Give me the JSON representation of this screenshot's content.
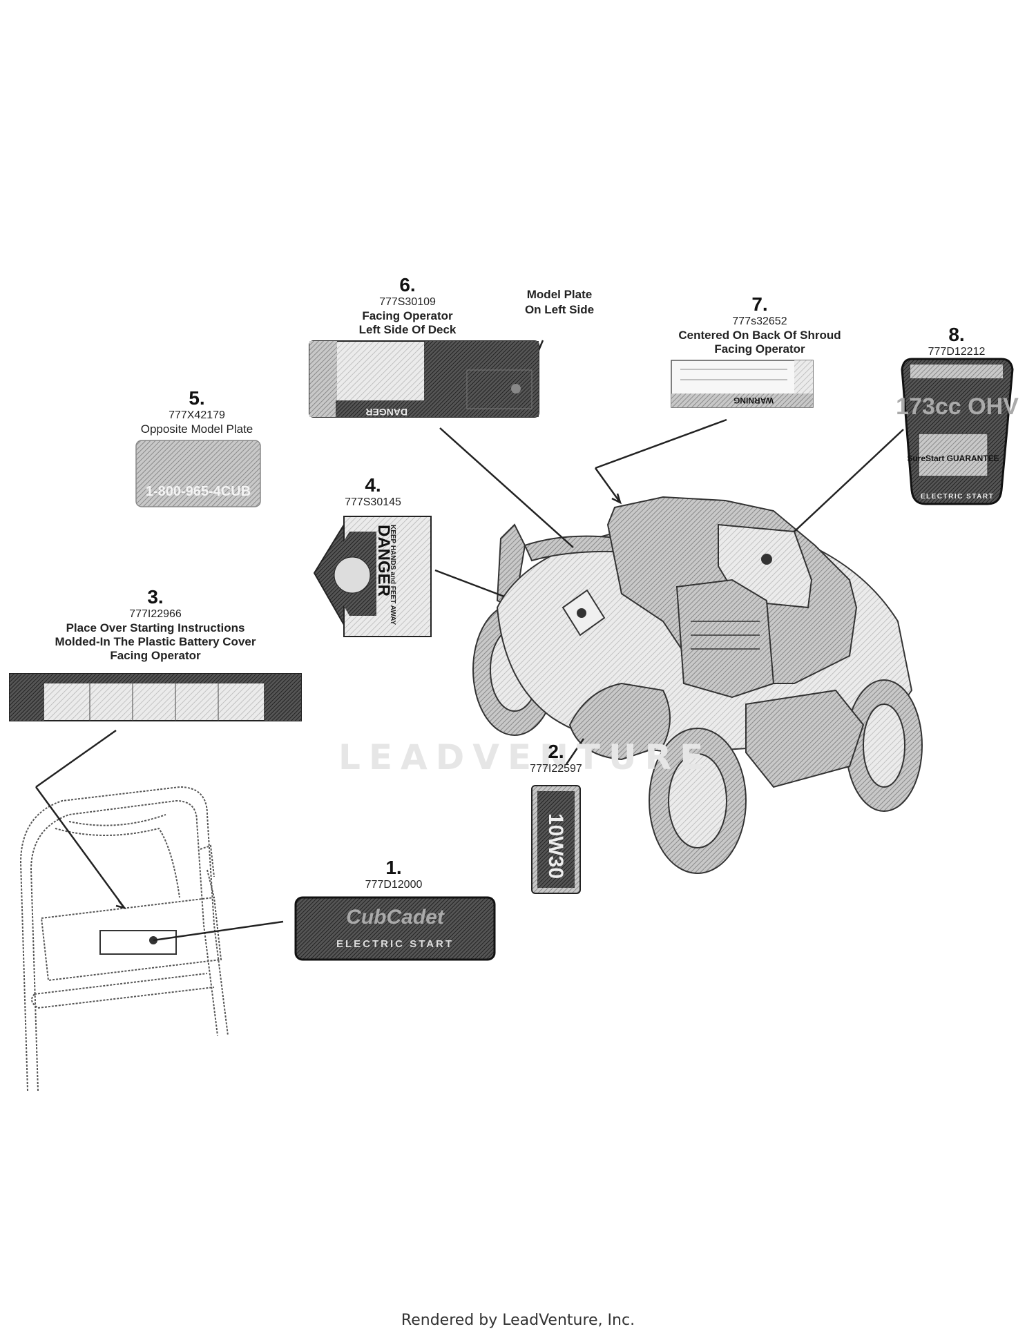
{
  "callouts": [
    {
      "num": "1.",
      "part": "777D12000",
      "desc": ""
    },
    {
      "num": "2.",
      "part": "777I22597",
      "desc": ""
    },
    {
      "num": "3.",
      "part": "777I22966",
      "desc": "Place Over Starting Instructions\nMolded-In The Plastic Battery Cover\nFacing Operator"
    },
    {
      "num": "4.",
      "part": "777S30145",
      "desc": ""
    },
    {
      "num": "5.",
      "part": "777X42179",
      "desc": "Opposite Model Plate"
    },
    {
      "num": "6.",
      "part": "777S30109",
      "desc": "Facing Operator\nLeft Side Of Deck"
    },
    {
      "num": "7.",
      "part": "777s32652",
      "desc": "Centered On Back Of Shroud\nFacing Operator"
    },
    {
      "num": "8.",
      "part": "777D12212",
      "desc": ""
    }
  ],
  "model_plate_note": "Model Plate\nOn Left Side",
  "labels": {
    "cub_cadet_logo": "CubCadet",
    "electric_start": "ELECTRIC START",
    "oil_label": "10W30",
    "phone": "1-800-965-4CUB",
    "danger": "DANGER",
    "keep_hands": "KEEP HANDS and FEET AWAY",
    "warning": "WARNING",
    "engine_cc": "173cc OHV",
    "surestart": "SureStart GUARANTEE",
    "electric_start_8": "ELECTRIC START"
  },
  "watermark": "LEADVENTURE",
  "footer": "Rendered by LeadVenture, Inc."
}
